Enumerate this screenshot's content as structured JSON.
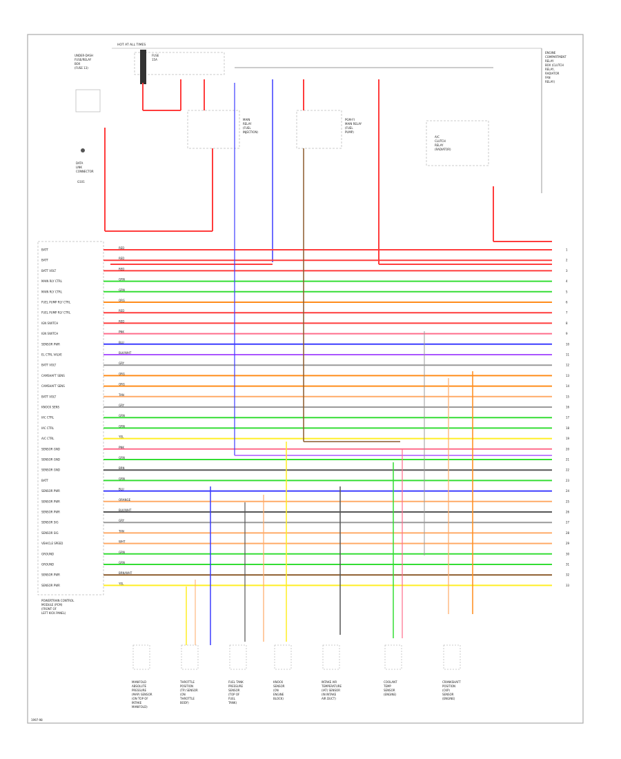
{
  "header": {
    "power_label": "HOT AT ALL TIMES"
  },
  "footer": {
    "code": "1997-98"
  },
  "ecm": {
    "title": [
      "POWERTRAIN CONTROL",
      "MODULE (PCM)",
      "(FRONT OF",
      "LEFT KICK PANEL)"
    ],
    "pins": [
      {
        "label": "BATT",
        "color": "#ff3b3b"
      },
      {
        "label": "BATT",
        "color": "#ff3b3b"
      },
      {
        "label": "BATT VOLT",
        "color": "#ff3b3b"
      },
      {
        "label": "MAIN RLY CTRL",
        "color": "#33dd33"
      },
      {
        "label": "MAIN RLY CTRL",
        "color": "#33dd33"
      },
      {
        "label": "FUEL PUMP RLY CTRL",
        "color": "#ff8c1a"
      },
      {
        "label": "FUEL PUMP RLY CTRL",
        "color": "#ff3b3b"
      },
      {
        "label": "IGN SWITCH",
        "color": "#ff3b3b"
      },
      {
        "label": "IGN SWITCH",
        "color": "#ff6b8a"
      },
      {
        "label": "SENSOR PWR",
        "color": "#3b3bff"
      },
      {
        "label": "EL CTRL VALVE",
        "color": "#aa55ff"
      },
      {
        "label": "BATT VOLT",
        "color": "#999999"
      },
      {
        "label": "CAMSHAFT SENS",
        "color": "#ff8c1a"
      },
      {
        "label": "CAMSHAFT SENS",
        "color": "#ff8c1a"
      },
      {
        "label": "BATT VOLT",
        "color": "#ffaa66"
      },
      {
        "label": "KNOCK SENS",
        "color": "#999999"
      },
      {
        "label": "IAC CTRL",
        "color": "#33dd33"
      },
      {
        "label": "IAC CTRL",
        "color": "#33dd33"
      },
      {
        "label": "A/C CTRL",
        "color": "#ffee22"
      },
      {
        "label": "SENSOR GND",
        "color": "#ff6b8a"
      },
      {
        "label": "SENSOR GND",
        "color": "#33dd33"
      },
      {
        "label": "SENSOR GND",
        "color": "#555555"
      },
      {
        "label": "BATT",
        "color": "#33dd33"
      },
      {
        "label": "SENSOR PWR",
        "color": "#3b3bff"
      },
      {
        "label": "SENSOR PWR",
        "color": "#ffaa66"
      },
      {
        "label": "SENSOR PWR",
        "color": "#555555"
      },
      {
        "label": "SENSOR SIG",
        "color": "#999999"
      },
      {
        "label": "SENSOR SIG",
        "color": "#ffaa66"
      },
      {
        "label": "VEHICLE SPEED",
        "color": "#ffaa66"
      },
      {
        "label": "GROUND",
        "color": "#33dd33"
      },
      {
        "label": "GROUND",
        "color": "#33dd33"
      },
      {
        "label": "SENSOR PWR",
        "color": "#8b5a2b"
      },
      {
        "label": "SENSOR PWR",
        "color": "#ffee22"
      }
    ]
  },
  "wire_codes": [
    "RED",
    "RED",
    "RED",
    "GRN",
    "GRN",
    "ORG",
    "RED",
    "RED",
    "PNK",
    "BLU",
    "BLK/WHT",
    "GRY",
    "ORG",
    "ORG",
    "TAN",
    "GRY",
    "GRN",
    "GRN",
    "YEL",
    "PNK",
    "GRN",
    "BRN",
    "GRN",
    "BLU",
    "ORANGE",
    "BLK/WHT",
    "GRY",
    "TAN",
    "WHT",
    "GRN",
    "GRN",
    "BRN/WHT",
    "YEL"
  ],
  "fuse_block": {
    "title": [
      "UNDER-DASH",
      "FUSE/RELAY",
      "BOX",
      "(FUSE 13)"
    ]
  },
  "fuse_label": [
    "FUSE",
    "15A"
  ],
  "main_relay": {
    "title": [
      "MAIN",
      "RELAY",
      "(FUEL",
      "INJECTION)"
    ]
  },
  "fuel_relay": {
    "title": [
      "PGM-FI",
      "MAIN RELAY",
      "(FUEL",
      "PUMP)"
    ]
  },
  "radio_relay": {
    "title": [
      "A/C",
      "CLUTCH",
      "RELAY",
      "(RADIATOR)"
    ]
  },
  "right_box": {
    "title": [
      "ENGINE",
      "COMPARTMENT",
      "RELAY",
      "BOX (CLUTCH",
      "RELAY,",
      "RADIATOR",
      "FAN",
      "RELAY)"
    ]
  },
  "data_link": {
    "title": [
      "DATA",
      "LINK",
      "CONNECTOR"
    ]
  },
  "ground_label": [
    "G101"
  ],
  "bottom_components": [
    {
      "name": [
        "MANIFOLD",
        "ABSOLUTE",
        "PRESSURE",
        "(MAP) SENSOR",
        "(ON TOP OF",
        "INTAKE",
        "MANIFOLD)"
      ]
    },
    {
      "name": [
        "THROTTLE",
        "POSITION",
        "(TP) SENSOR",
        "(ON",
        "THROTTLE",
        "BODY)"
      ]
    },
    {
      "name": [
        "FUEL TANK",
        "PRESSURE",
        "SENSOR",
        "(TOP OF",
        "FUEL",
        "TANK)"
      ]
    },
    {
      "name": [
        "KNOCK",
        "SENSOR",
        "(ON",
        "ENGINE",
        "BLOCK)"
      ]
    },
    {
      "name": [
        "INTAKE AIR",
        "TEMPERATURE",
        "(IAT) SENSOR",
        "(IN INTAKE",
        "AIR DUCT)"
      ]
    },
    {
      "name": [
        "COOLANT",
        "TEMP",
        "SENSOR",
        "(ENGINE)"
      ]
    },
    {
      "name": [
        "CRANKSHAFT",
        "POSITION",
        "(CKP)",
        "SENSOR",
        "(ENGINE)"
      ]
    }
  ]
}
